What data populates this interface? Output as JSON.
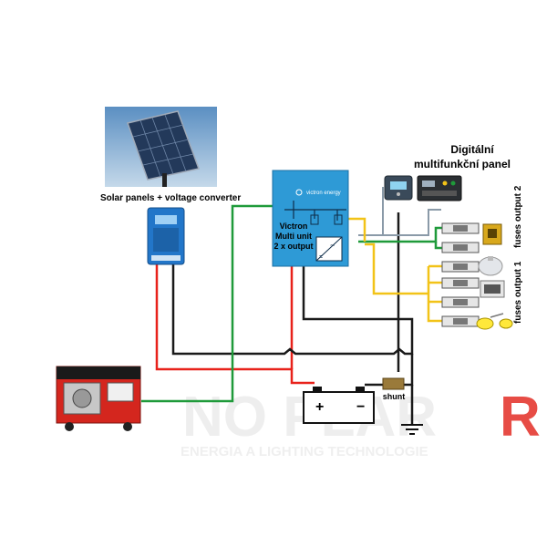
{
  "labels": {
    "solar": "Solar panels + voltage converter",
    "panel_line1": "Digitální",
    "panel_line2": "multifunkční panel",
    "victron_line1": "Victron",
    "victron_line2": "Multi unit",
    "victron_line3": "2 x output",
    "victron_brand": "victron energy",
    "shunt": "shunt",
    "fuses_output2": "fuses output 2",
    "fuses_output1": "fuses output 1",
    "watermark_logo": "NO PLAR",
    "watermark_sub": "ENERGIA A LIGHTING TECHNOLOGIE",
    "battery_plus": "+",
    "battery_minus": "−"
  },
  "colors": {
    "wire_red": "#e8221b",
    "wire_black": "#1a1a1a",
    "wire_green": "#1f9a3a",
    "wire_yellow": "#f2c318",
    "victron_blue": "#2e9ad6",
    "controller_blue": "#2276c9",
    "generator_red": "#d4261e",
    "watermark": "#ececec",
    "watermark_accent": "#e74c45"
  },
  "icons": [
    "solar-panel-icon",
    "charge-controller-icon",
    "inverter-icon",
    "generator-icon",
    "battery-icon",
    "shunt-icon",
    "ground-icon",
    "display-icon",
    "control-panel-icon",
    "fuse-icon",
    "lamp-icon",
    "appliance-icon"
  ]
}
